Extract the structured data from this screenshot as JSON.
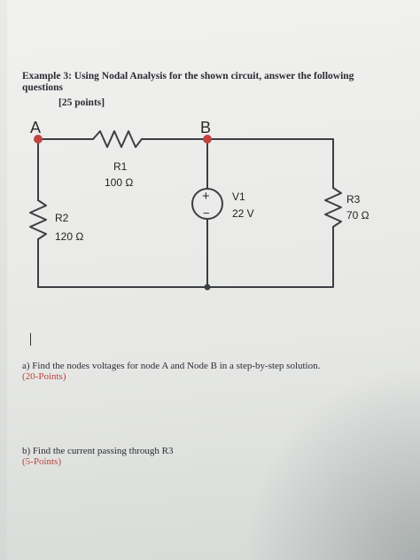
{
  "heading": {
    "text": "Example 3: Using Nodal Analysis for the shown circuit, answer the following questions",
    "points": "[25 points]"
  },
  "circuit": {
    "nodes": {
      "a": "A",
      "b": "B"
    },
    "r1": {
      "name": "R1",
      "value": "100 Ω"
    },
    "r2": {
      "name": "R2",
      "value": "120 Ω"
    },
    "r3": {
      "name": "R3",
      "value": "70 Ω"
    },
    "v1": {
      "name": "V1",
      "value": "22 V",
      "plus": "+",
      "minus": "−"
    },
    "colors": {
      "wire": "#3b3f44",
      "node_dot": "#c0443e"
    }
  },
  "questions": [
    {
      "text": "a) Find the nodes voltages for node A and Node B in a step-by-step solution.",
      "points": "(20-Points)"
    },
    {
      "text": "b) Find the current passing through R3",
      "points": "(5-Points)"
    }
  ]
}
